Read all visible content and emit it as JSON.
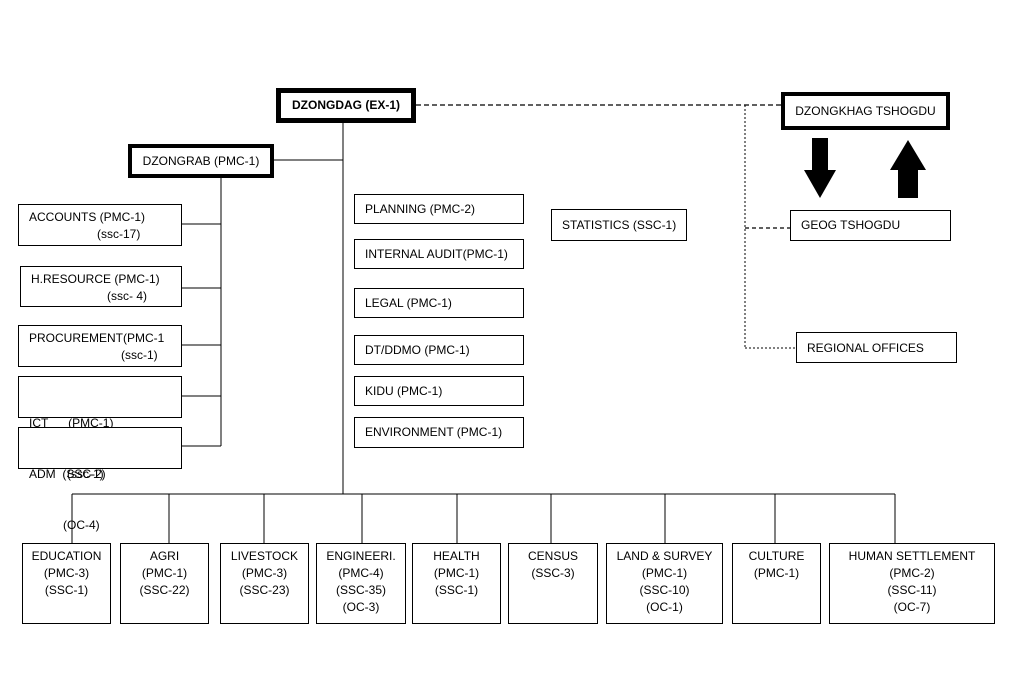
{
  "top": {
    "dzongdag": "DZONGDAG (EX-1)",
    "dzongrab": "DZONGRAB (PMC-1)",
    "tshogdu": "DZONGKHAG TSHOGDU",
    "geog": "GEOG TSHOGDU",
    "regional": "REGIONAL OFFICES",
    "statistics": "STATISTICS (SSC-1)"
  },
  "left_units": [
    {
      "line1": "ACCOUNTS (PMC-1)",
      "line2": "(ssc-17)"
    },
    {
      "line1": "H.RESOURCE (PMC-1)",
      "line2": "(ssc- 4)"
    },
    {
      "line1": "PROCUREMENT(PMC-1",
      "line2": "(ssc-1)"
    },
    {
      "line1": "ICT      (PMC-1)",
      "line2": "(ssc-1)"
    },
    {
      "line1": "ADM  (SSC-2)",
      "line2": "(OC-4)"
    }
  ],
  "middle_units": [
    "PLANNING (PMC-2)",
    "INTERNAL AUDIT(PMC-1)",
    "LEGAL (PMC-1)",
    "DT/DDMO (PMC-1)",
    "KIDU (PMC-1)",
    "ENVIRONMENT (PMC-1)"
  ],
  "sectors": [
    {
      "name": "EDUCATION",
      "l1": "(PMC-3)",
      "l2": "(SSC-1)",
      "l3": ""
    },
    {
      "name": "AGRI",
      "l1": "(PMC-1)",
      "l2": "(SSC-22)",
      "l3": ""
    },
    {
      "name": "LIVESTOCK",
      "l1": "(PMC-3)",
      "l2": "(SSC-23)",
      "l3": ""
    },
    {
      "name": "ENGINEERI.",
      "l1": "(PMC-4)",
      "l2": "(SSC-35)",
      "l3": "(OC-3)"
    },
    {
      "name": "HEALTH",
      "l1": "(PMC-1)",
      "l2": "(SSC-1)",
      "l3": ""
    },
    {
      "name": "CENSUS",
      "l1": "(SSC-3)",
      "l2": "",
      "l3": ""
    },
    {
      "name": "LAND & SURVEY",
      "l1": "(PMC-1)",
      "l2": "(SSC-10)",
      "l3": "(OC-1)"
    },
    {
      "name": "CULTURE",
      "l1": "(PMC-1)",
      "l2": "",
      "l3": ""
    },
    {
      "name": "HUMAN SETTLEMENT",
      "l1": "(PMC-2)",
      "l2": "(SSC-11)",
      "l3": "(OC-7)"
    }
  ]
}
